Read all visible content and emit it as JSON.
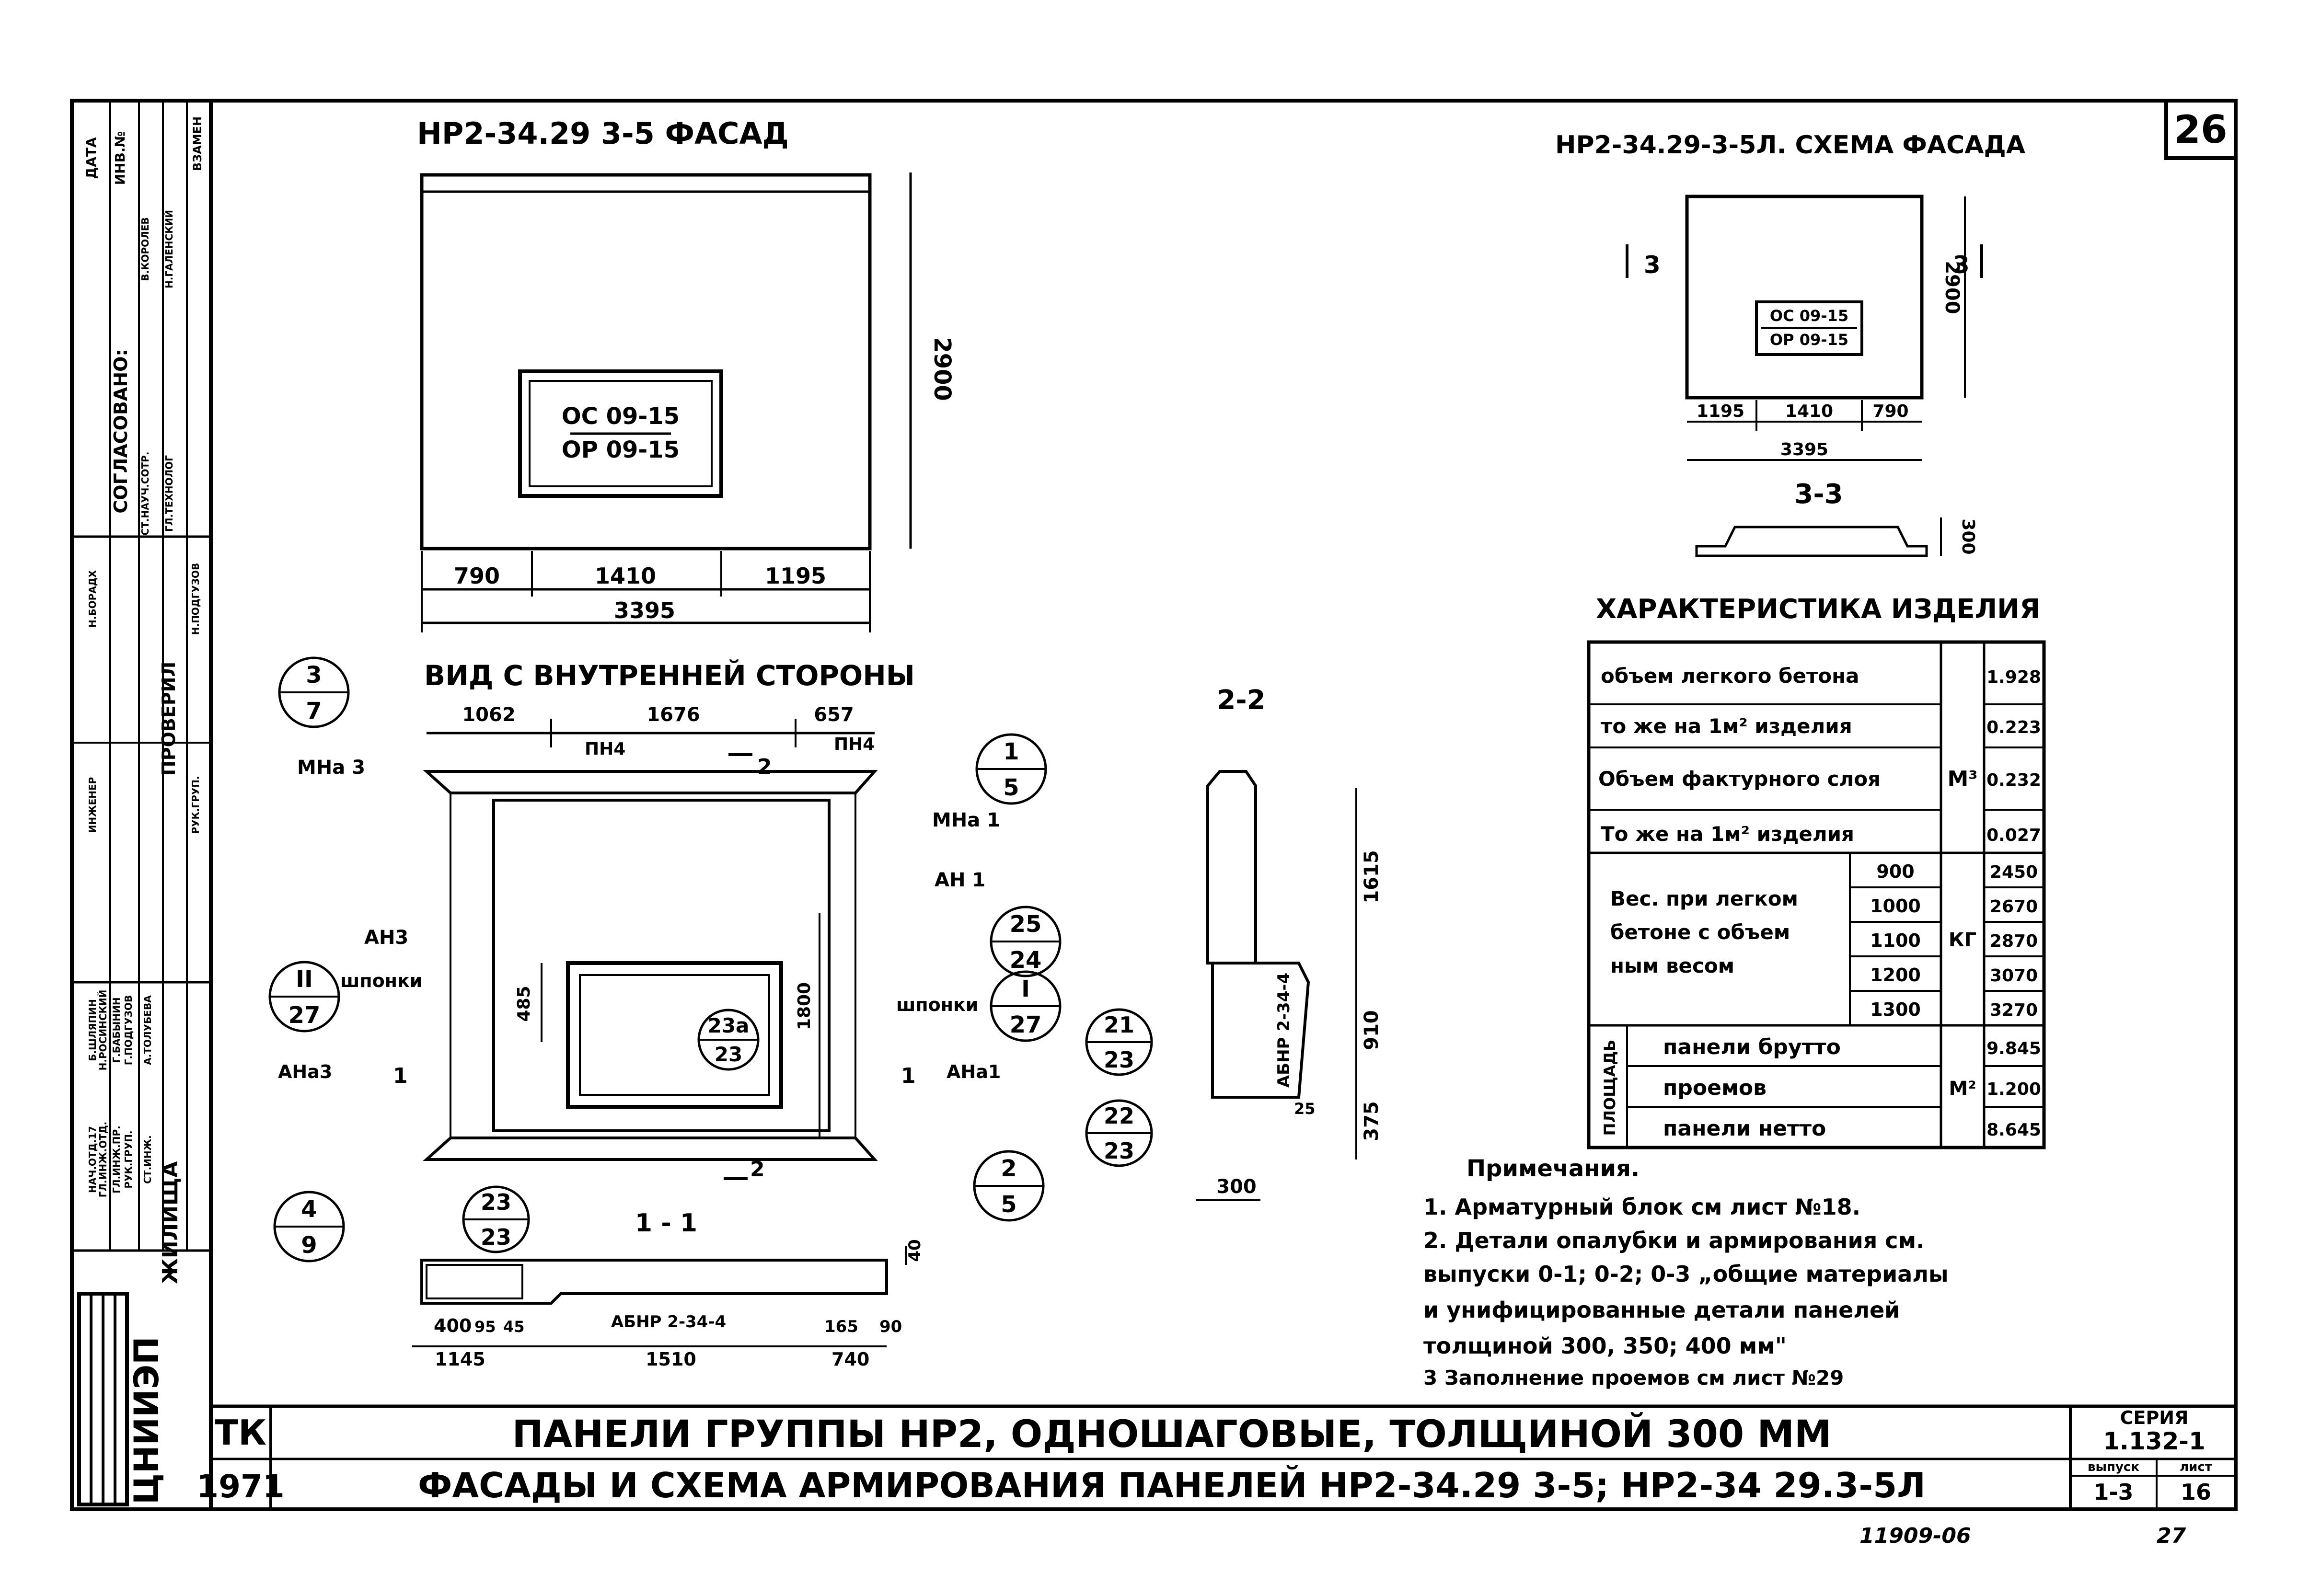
{
  "sheet_number": "26",
  "facade": {
    "title": "НР2-34.29 3-5  ФАСАД",
    "window_top": "ОС 09-15",
    "window_bottom": "ОР 09-15",
    "dims": [
      "790",
      "1410",
      "1195"
    ],
    "overall": "3395",
    "height": "2900"
  },
  "scheme": {
    "title": "НР2-34.29-3-5Л. СХЕМА ФАСАДА",
    "window_top": "ОС 09-15",
    "window_bottom": "ОР 09-15",
    "dims": [
      "1195",
      "1410",
      "790"
    ],
    "overall": "3395",
    "height": "2900",
    "cut_left": "3",
    "cut_right": "3",
    "section_title": "3-3",
    "section_dim": "300"
  },
  "inner_view": {
    "title": "ВИД С ВНУТРЕННЕЙ СТОРОНЫ",
    "top_dims": [
      "1062",
      "1676",
      "657"
    ],
    "labels": {
      "mna3": "МНа 3",
      "pn4_left": "ПН4",
      "pn4_right": "ПН4",
      "mna1": "МНа 1",
      "an3": "АН3",
      "shponki_left": "шпонки",
      "ana3": "АНа3",
      "an1": "АН 1",
      "shponki_right": "шпонки",
      "ana1": "АНа1"
    },
    "window_h": "485",
    "height": "1800",
    "cut_marks": {
      "top": "2",
      "bottom": "2",
      "left": "1",
      "right": "1"
    },
    "callouts": [
      {
        "top": "3",
        "bottom": "7"
      },
      {
        "top": "1",
        "bottom": "5"
      },
      {
        "top": "25",
        "bottom": "24"
      },
      {
        "top": "II",
        "bottom": "27"
      },
      {
        "top": "I",
        "bottom": "27"
      },
      {
        "top": "23а",
        "bottom": "23"
      },
      {
        "top": "4",
        "bottom": "9"
      },
      {
        "top": "2",
        "bottom": "5"
      }
    ]
  },
  "section_22": {
    "title": "2-2",
    "label": "АБНР 2-34-4",
    "dims": [
      "1615",
      "910",
      "375"
    ],
    "small": "25",
    "width": "300",
    "callouts": [
      {
        "top": "21",
        "bottom": "23"
      },
      {
        "top": "22",
        "bottom": "23"
      }
    ]
  },
  "section_11": {
    "title": "1 - 1",
    "label": "АБНР 2-34-4",
    "callout": {
      "top": "23",
      "bottom": "23"
    },
    "thick": "40",
    "bottom_dims": [
      "400",
      "95",
      "45",
      "1145",
      "1510",
      "165",
      "740",
      "90"
    ]
  },
  "characteristics": {
    "title": "ХАРАКТЕРИСТИКА  ИЗДЕЛИЯ",
    "rows": [
      {
        "label": "объем легкого бетона",
        "value": "1.928"
      },
      {
        "label": "то же на 1м² изделия",
        "value": "0.223"
      },
      {
        "label": "Объем фактурного слоя",
        "value": "0.232"
      },
      {
        "label": "То же на 1м² изделия",
        "value": "0.027"
      }
    ],
    "unit_volume": "М³",
    "weight_label": [
      "Вес. при легком",
      "бетоне с объем",
      "ным  весом"
    ],
    "weights": [
      {
        "density": "900",
        "value": "2450"
      },
      {
        "density": "1000",
        "value": "2670"
      },
      {
        "density": "1100",
        "value": "2870"
      },
      {
        "density": "1200",
        "value": "3070"
      },
      {
        "density": "1300",
        "value": "3270"
      }
    ],
    "unit_weight": "КГ",
    "area_group": "ПЛОЩАДЬ",
    "areas": [
      {
        "label": "панели брутто",
        "value": "9.845"
      },
      {
        "label": "проемов",
        "value": "1.200"
      },
      {
        "label": "панели нетто",
        "value": "8.645"
      }
    ],
    "unit_area": "М²"
  },
  "notes": {
    "title": "Примечания.",
    "lines": [
      "1. Арматурный блок см лист №18.",
      "2. Детали опалубки и армирования  см.",
      "   выпуски  0-1; 0-2; 0-3 „общие  материалы",
      "   и  унифицированные детали  панелей",
      "   толщиной   300, 350; 400 мм\"",
      "3  Заполнение   проемов  см  лист №29"
    ]
  },
  "title_block": {
    "org": "ЦНИИЭП",
    "org_sub": "ЖИЛИЩА",
    "tk": "ТК",
    "year": "1971",
    "line1": "ПАНЕЛИ  ГРУППЫ  НР2, ОДНОШАГОВЫЕ, ТОЛЩИНОЙ  300 ММ",
    "line2": "ФАСАДЫ  И  СХЕМА  АРМИРОВАНИЯ  ПАНЕЛЕЙ  НР2-34.29 3-5;   НР2-34 29.3-5Л",
    "series_label": "СЕРИЯ",
    "series": "1.132-1",
    "issue_label": "выпуск",
    "issue": "1-3",
    "sheet_label": "лист",
    "sheet": "16",
    "footer": "11909-06",
    "footer_page": "27"
  },
  "side_stamp": {
    "agreed": "СОГЛАСОВАНО:",
    "date": "ДАТА",
    "inv": "ИНВ.№",
    "zamen": "ВЗАМЕН",
    "checked": "ПРОВЕРИЛ",
    "rows": [
      [
        "НАЧ.ОТД.17",
        "Б.ШЛЯПИН"
      ],
      [
        "ГЛ.ИНЖ.ОТД.",
        "Н.РОСИНСКИЙ"
      ],
      [
        "ГЛ.ИНЖ.ПР.",
        "Г.БАБЫНИН"
      ],
      [
        "РУК.ГРУП.",
        "Г.ПОДГУЗОВ"
      ],
      [
        "СТ.ИНЖ.",
        "А.ТОЛУБЕВА"
      ],
      [
        "ИНЖЕНЕР",
        "Н.БОРАДХ"
      ],
      [
        "РУК.ГРУП.",
        "Н.ПОДГУЗОВ"
      ],
      [
        "СТ.НАУЧ.СОТР.",
        "В.КОРОЛЕВ"
      ],
      [
        "ГЛ.ТЕХНОЛОГ",
        "Н.ГАЛЕНСКИЙ"
      ]
    ]
  }
}
